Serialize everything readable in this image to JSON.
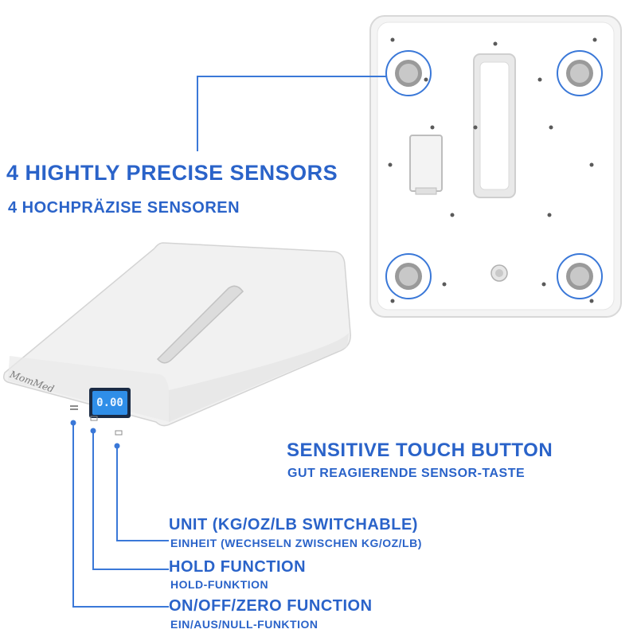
{
  "features": {
    "sensors": {
      "title": "4 HIGHTLY PRECISE SENSORS",
      "subtitle": "4 HOCHPRÄZISE SENSOREN"
    },
    "touch": {
      "title": "SENSITIVE TOUCH BUTTON",
      "subtitle": "GUT REAGIERENDE SENSOR-TASTE"
    },
    "unit": {
      "title": "UNIT (KG/OZ/LB SWITCHABLE)",
      "subtitle": "EINHEIT (WECHSELN ZWISCHEN KG/OZ/LB)"
    },
    "hold": {
      "title": "HOLD FUNCTION",
      "subtitle": "HOLD-FUNKTION"
    },
    "onoff": {
      "title": "ON/OFF/ZERO FUNCTION",
      "subtitle": "EIN/AUS/NULL-FUNKTION"
    }
  },
  "scale": {
    "brand": "MomMed",
    "display_value": "0.00"
  },
  "colors": {
    "accent": "#2a63c9",
    "callout_line": "#3a78d8",
    "lcd": "#2f8ee8",
    "scale_body": "#f2f2f2"
  }
}
